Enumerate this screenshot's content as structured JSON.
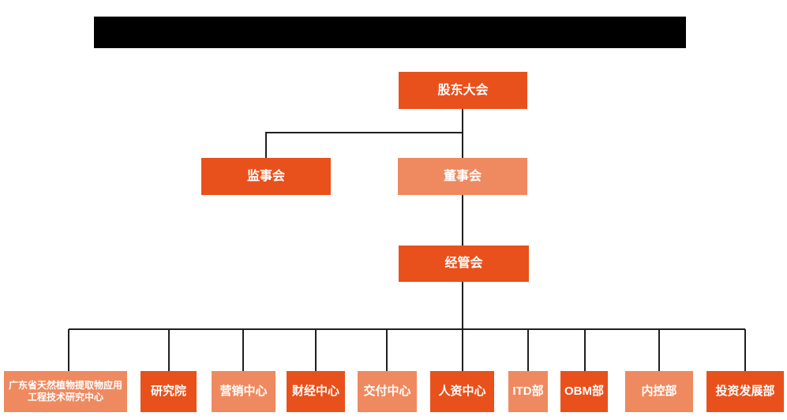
{
  "colors": {
    "primary": "#E8511C",
    "secondary": "#EF8A60",
    "line": "#1F1F1F",
    "redaction": "#000000",
    "text": "#FFFFFF"
  },
  "org": {
    "title_bar": {
      "redacted": true,
      "text": ""
    },
    "root": {
      "label": "股东大会",
      "variant": "primary"
    },
    "level2": [
      {
        "label": "监事会",
        "variant": "primary"
      },
      {
        "label": "董事会",
        "variant": "secondary"
      }
    ],
    "level3": {
      "label": "经管会",
      "variant": "primary"
    },
    "departments": [
      {
        "label": "广东省天然植物提取物应用工程技术研究中心",
        "variant": "secondary"
      },
      {
        "label": "研究院",
        "variant": "primary"
      },
      {
        "label": "营销中心",
        "variant": "secondary"
      },
      {
        "label": "财经中心",
        "variant": "primary"
      },
      {
        "label": "交付中心",
        "variant": "secondary"
      },
      {
        "label": "人资中心",
        "variant": "primary"
      },
      {
        "label": "ITD部",
        "variant": "secondary"
      },
      {
        "label": "OBM部",
        "variant": "primary"
      },
      {
        "label": "内控部",
        "variant": "secondary"
      },
      {
        "label": "投资发展部",
        "variant": "primary"
      }
    ]
  }
}
